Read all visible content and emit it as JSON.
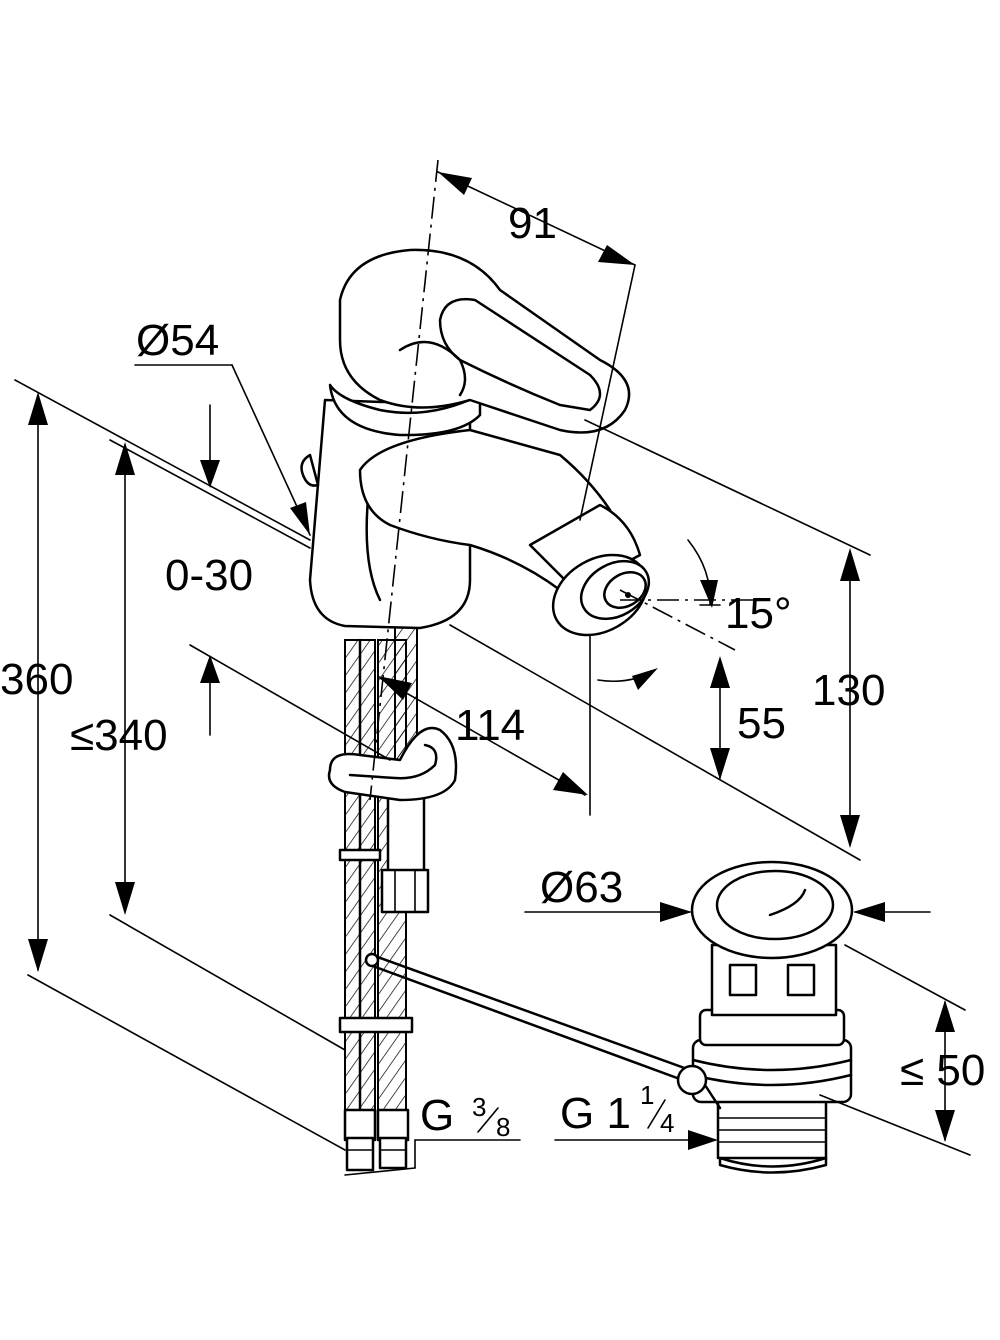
{
  "dimensions": {
    "d91": "91",
    "d54": "Ø54",
    "d0_30": "0-30",
    "d360": "360",
    "d340": "≤340",
    "d114": "114",
    "d15deg": "15°",
    "d55": "55",
    "d130": "130",
    "d63": "Ø63",
    "d50": "≤ 50",
    "g38_prefix": "G",
    "g38_num": "3",
    "g38_den": "8",
    "g114_prefix": "G 1",
    "g114_num": "1",
    "g114_den": "4"
  },
  "colors": {
    "line": "#000000",
    "background": "#ffffff"
  }
}
